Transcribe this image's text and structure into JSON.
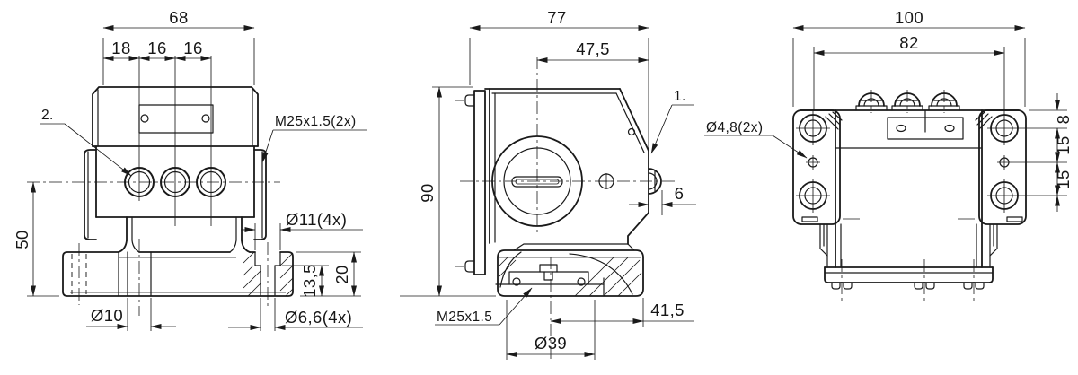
{
  "colors": {
    "line": "#1a1a1a",
    "background": "#ffffff"
  },
  "views": {
    "front": {
      "dims": {
        "total_width": "68",
        "pitch_left": "18",
        "pitch_mid": "16",
        "pitch_right": "16",
        "axis_height": "50",
        "base_hole": "Ø10",
        "counterbore": "Ø11(4x)",
        "counterbore_depth": "13,5",
        "base_height": "20",
        "through_hole": "Ø6,6(4x)"
      },
      "labels": {
        "item_2": "2.",
        "gland": "M25x1.5(2x)"
      }
    },
    "side": {
      "dims": {
        "total_depth": "77",
        "axis_to_front": "47,5",
        "total_height": "90",
        "plunger_protrusion": "6",
        "base_offset": "41,5",
        "boss_diameter": "Ø39"
      },
      "labels": {
        "item_1": "1.",
        "gland": "M25x1.5"
      }
    },
    "rear": {
      "dims": {
        "total_width": "100",
        "hole_pitch": "82",
        "edge_to_hole": "8",
        "hole_pitch_upper": "15",
        "hole_pitch_lower": "15"
      },
      "labels": {
        "holes": "Ø4,8(2x)"
      }
    }
  }
}
